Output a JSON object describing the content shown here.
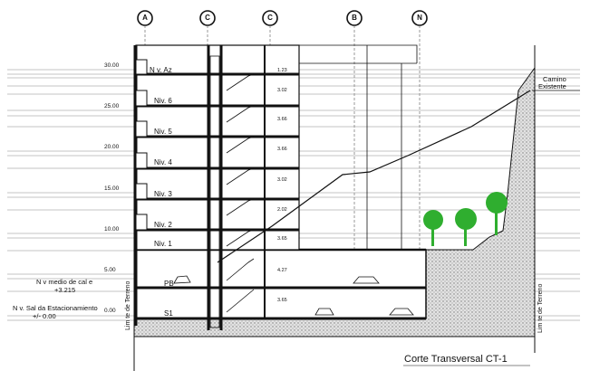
{
  "axes": [
    "A",
    "C",
    "C",
    "B",
    "N"
  ],
  "elevations": [
    "30.00",
    "25.00",
    "20.00",
    "15.00",
    "10.00",
    "5.00",
    "0.00"
  ],
  "levels": {
    "azotea": "N v. Az",
    "niv6": "Niv. 6",
    "niv5": "Niv. 5",
    "niv4": "Niv. 4",
    "niv3": "Niv. 3",
    "niv2": "Niv. 2",
    "niv1": "Niv. 1",
    "pb": "PB",
    "s1": "S1"
  },
  "dimensions": [
    "1.23",
    "3.02",
    "3.66",
    "3.66",
    "3.02",
    "2.02",
    "3.65",
    "4.27",
    "3.65"
  ],
  "notes": {
    "calle_level": "N v  medio de cal e",
    "calle_value": "+3.215",
    "parking_level": "N v. Sal da Estacionamiento",
    "parking_value": "+/- 0.00",
    "road": "Camino\nExistente",
    "road_line1": "Camino",
    "road_line2": "Existente",
    "terrain_left": "Lim te de Terreno",
    "terrain_right": "Lim te de Terreno"
  },
  "title": "Corte Transversal  CT-1",
  "colors": {
    "ink": "#111111",
    "hatch": "#9a9a9a",
    "tree": "#2fae2f"
  }
}
